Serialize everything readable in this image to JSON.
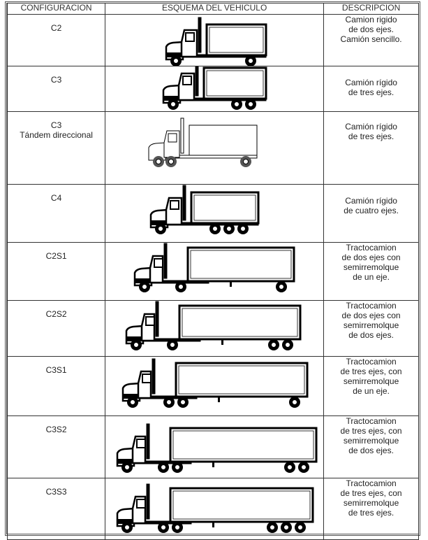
{
  "table": {
    "headers": [
      "CONFIGURACION",
      "ESQUEMA DEL VEHICULO",
      "DESCRIPCION"
    ],
    "rows": [
      {
        "config": [
          "C2"
        ],
        "desc": [
          "Camion rigido",
          "de dos ejes.",
          "Camión sencillo."
        ],
        "desc_top": true,
        "vehicle": {
          "type": "rigid",
          "front_axles": 1,
          "rear_axles": 1
        }
      },
      {
        "config": [
          "C3"
        ],
        "desc": [
          "Camión rígido",
          "de tres ejes."
        ],
        "vehicle": {
          "type": "rigid",
          "front_axles": 1,
          "rear_axles": 2
        }
      },
      {
        "config": [
          "C3",
          "Tándem direccional"
        ],
        "desc": [
          "Camión rígido",
          "de tres ejes."
        ],
        "vehicle": {
          "type": "rigid-outline",
          "front_axles": 2,
          "rear_axles": 1
        }
      },
      {
        "config": [
          "C4"
        ],
        "desc": [
          "Camión rígido",
          "de cuatro ejes."
        ],
        "vehicle": {
          "type": "rigid",
          "front_axles": 1,
          "rear_axles": 3
        }
      },
      {
        "config": [
          "C2S1"
        ],
        "desc": [
          "Tractocamion",
          "de dos ejes con",
          "semirremolque",
          "de un eje."
        ],
        "desc_top": true,
        "vehicle": {
          "type": "tractor",
          "front_axles": 1,
          "rear_axles": 1,
          "trailer_axles": 1
        }
      },
      {
        "config": [
          "C2S2"
        ],
        "desc": [
          "Tractocamion",
          "de dos ejes con",
          "semirremolque",
          "de dos ejes."
        ],
        "desc_top": true,
        "vehicle": {
          "type": "tractor",
          "front_axles": 1,
          "rear_axles": 1,
          "trailer_axles": 2
        }
      },
      {
        "config": [
          "C3S1"
        ],
        "desc": [
          "Tractocamion",
          "de tres ejes, con",
          "semirremolque",
          "de un eje."
        ],
        "desc_top": true,
        "vehicle": {
          "type": "tractor",
          "front_axles": 1,
          "rear_axles": 2,
          "trailer_axles": 1
        }
      },
      {
        "config": [
          "C3S2"
        ],
        "desc": [
          "Tractocamion",
          "de tres ejes, con",
          "semirremolque",
          "de dos ejes."
        ],
        "desc_top": true,
        "vehicle": {
          "type": "tractor",
          "front_axles": 1,
          "rear_axles": 2,
          "trailer_axles": 2
        }
      },
      {
        "config": [
          "C3S3"
        ],
        "desc": [
          "Tractocamion",
          "de tres ejes, con",
          "semirremolque",
          "de tres ejes."
        ],
        "desc_top": true,
        "vehicle": {
          "type": "tractor",
          "front_axles": 1,
          "rear_axles": 2,
          "trailer_axles": 3
        }
      }
    ]
  }
}
